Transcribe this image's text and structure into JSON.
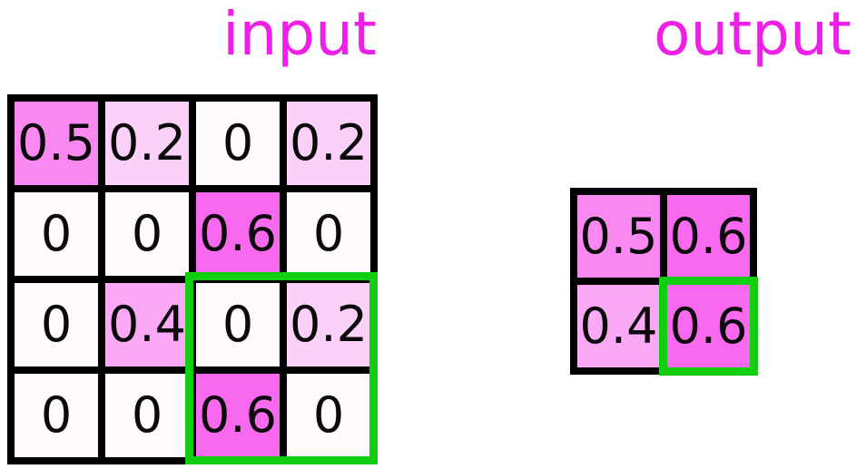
{
  "titles": {
    "input": "input",
    "output": "output"
  },
  "grids": {
    "input": {
      "rows": [
        [
          "0.5",
          "0.2",
          "0",
          "0.2"
        ],
        [
          "0",
          "0",
          "0.6",
          "0"
        ],
        [
          "0",
          "0.4",
          "0",
          "0.2"
        ],
        [
          "0",
          "0",
          "0.6",
          "0"
        ]
      ]
    },
    "output": {
      "rows": [
        [
          "0.5",
          "0.6"
        ],
        [
          "0.4",
          "0.6"
        ]
      ]
    }
  },
  "highlight": {
    "input_region": {
      "rows": "3-4",
      "cols": "3-4"
    },
    "output_cell": {
      "row": "2",
      "col": "2"
    }
  },
  "colors": {
    "title": "#EE1FE7",
    "highlight": "#11CE11",
    "grid_border": "#000000",
    "cell_text": "#0A0A0A",
    "background": "#FFFFFF",
    "value_colors": {
      "0": "#FEFAFE",
      "0.2": "#FBD1F9",
      "0.4": "#FBA8F5",
      "0.5": "#F989F1",
      "0.6": "#F969EF"
    }
  }
}
